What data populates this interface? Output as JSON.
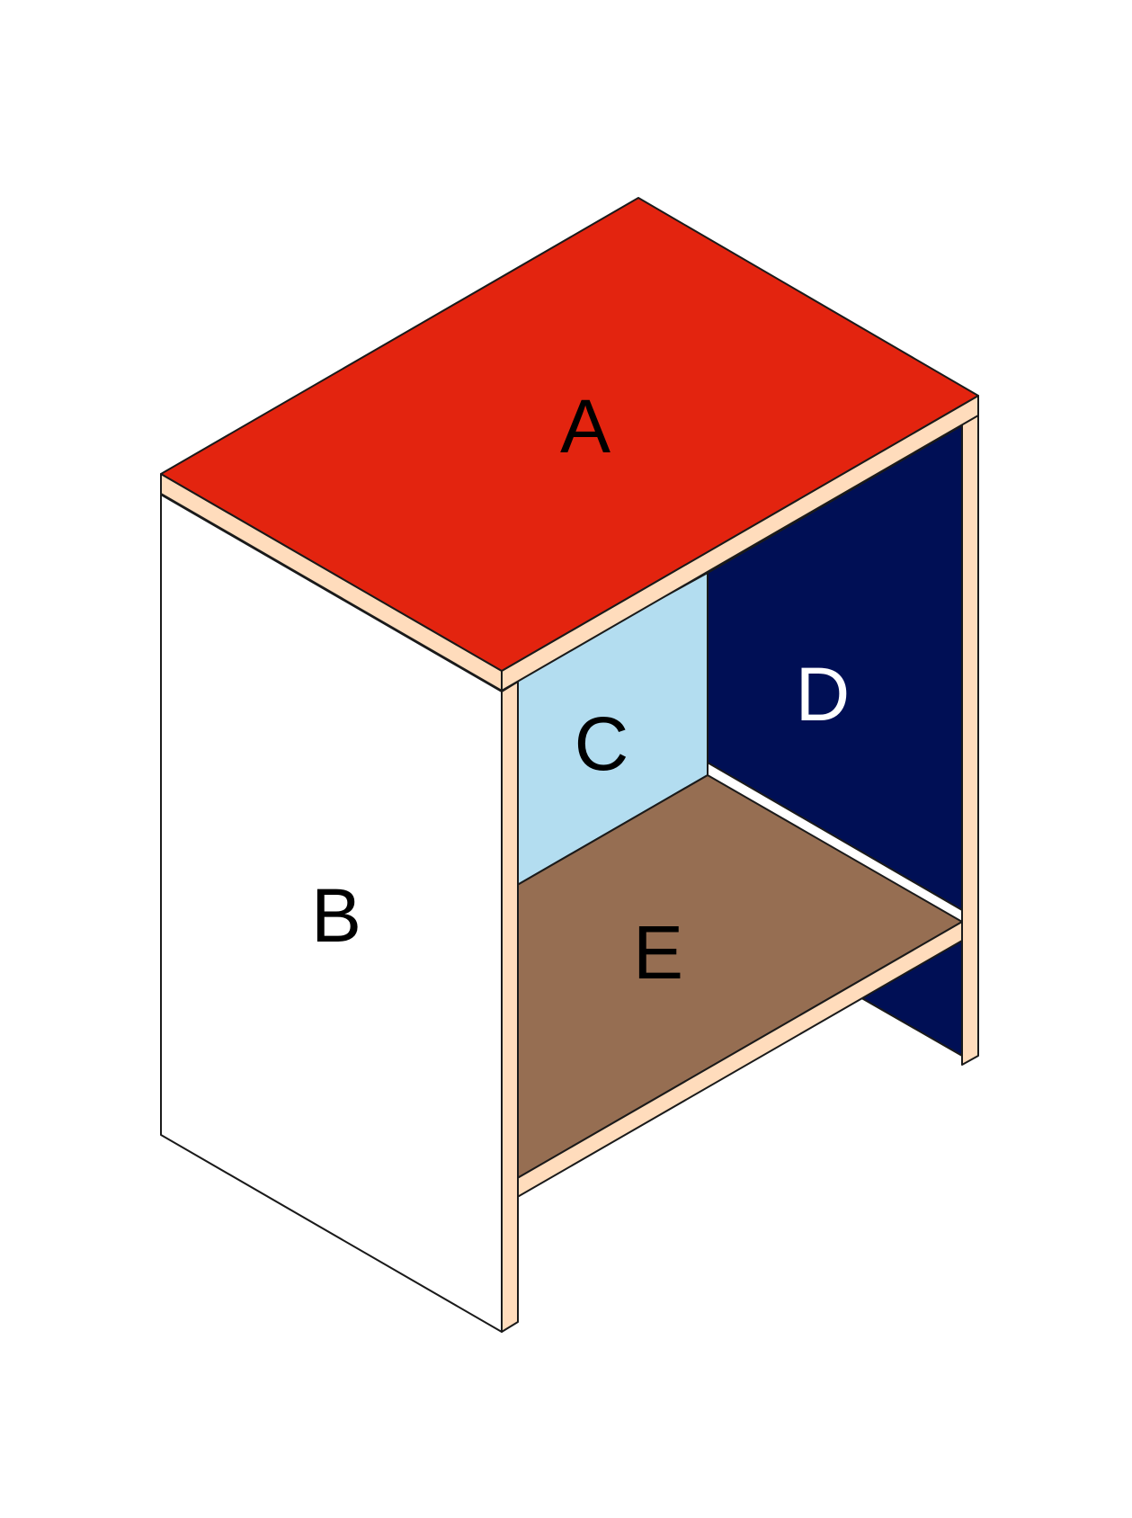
{
  "panels": {
    "top": {
      "label": "A",
      "fill": "#e3240f",
      "text_color": "#000000"
    },
    "left": {
      "label": "B",
      "fill": "#ffffff",
      "text_color": "#000000"
    },
    "inner_left_back": {
      "label": "C",
      "fill": "#b3ddf0",
      "text_color": "#000000"
    },
    "back": {
      "label": "D",
      "fill": "#000f55",
      "text_color": "#ffffff"
    },
    "shelf": {
      "label": "E",
      "fill": "#966e52",
      "text_color": "#000000"
    }
  },
  "colors": {
    "edge_banding": "#ffdcbc",
    "outline": "#1a1a1a"
  }
}
